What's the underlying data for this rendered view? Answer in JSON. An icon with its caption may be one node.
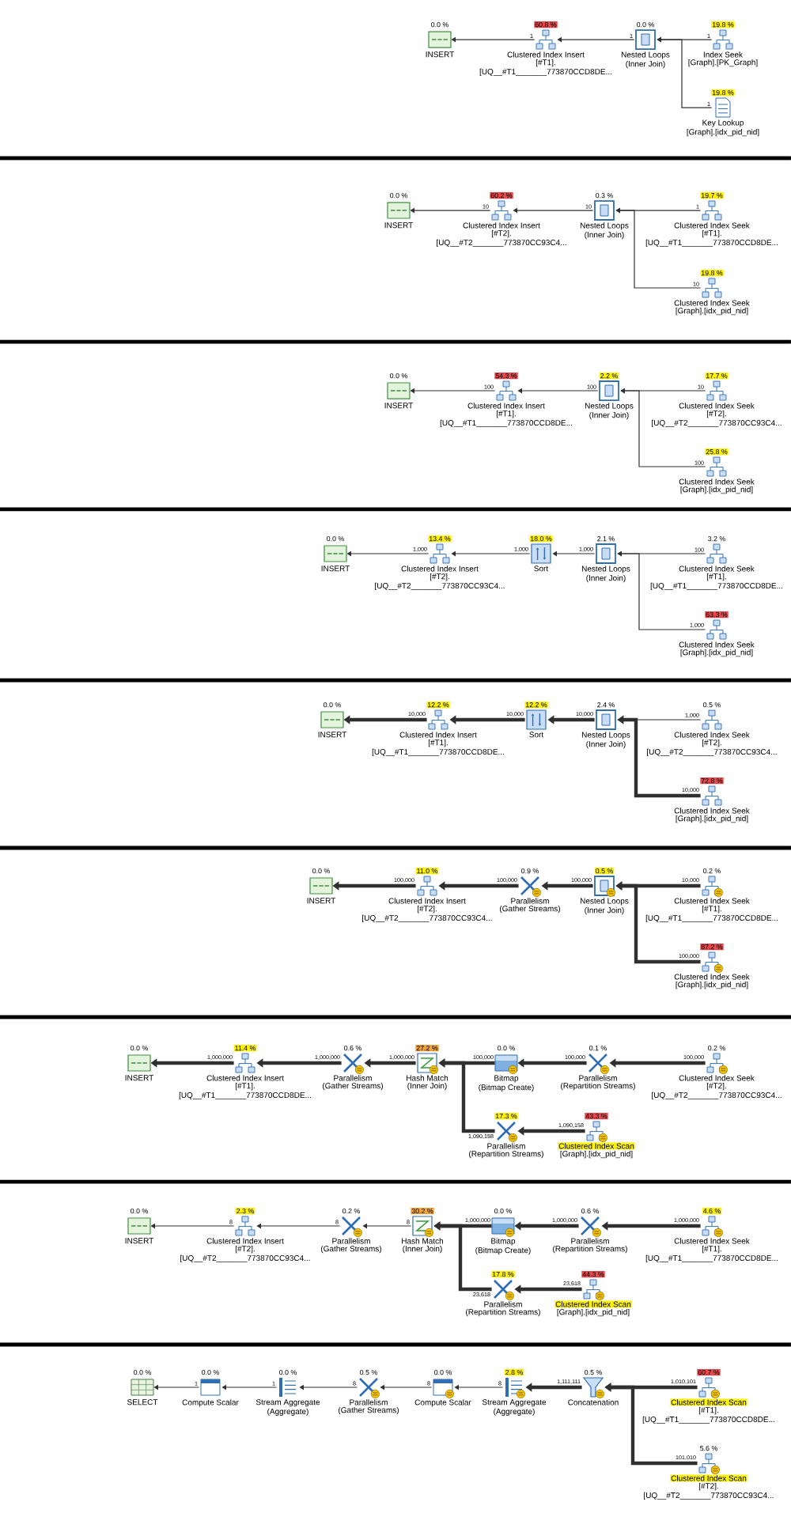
{
  "diagram": {
    "nodes": [
      {
        "text": [
          "INSERT"
        ],
        "beside": [
          "0.0 %"
        ]
      },
      {
        "text": [
          "Clustered Index Insert",
          "[#T1]. [UQ__#T1_______773870CCD8DE..."
        ],
        "beside": [
          "60.8 %"
        ]
      },
      {
        "text": [
          "Nested Loops",
          "(Inner Join)"
        ],
        "beside": [
          "0.0 %"
        ]
      },
      {
        "text": [
          "Index Seek",
          "[Graph].[PK_Graph]"
        ],
        "beside": [
          "19.8 %"
        ]
      },
      {
        "text": [
          "Key Lookup",
          "[Graph].[idx_pid_nid]"
        ],
        "beside": [
          "19.8 %"
        ]
      },
      {
        "text": [
          "INSERT"
        ],
        "beside": [
          "0.0 %"
        ]
      },
      {
        "text": [
          "Clustered Index Insert",
          "[#T2]. [UQ__#T2_______773870CC93C4..."
        ],
        "beside": [
          "60.2 %"
        ]
      },
      {
        "text": [
          "Nested Loops",
          "(Inner Join)"
        ],
        "beside": [
          "0.3 %"
        ]
      },
      {
        "text": [
          "Clustered Index Seek",
          "[#T1]. [UQ__#T1_______773870CCD8DE..."
        ],
        "beside": [
          "19.7 %"
        ]
      },
      {
        "text": [
          "Clustered Index Seek",
          "[Graph].[idx_pid_nid]"
        ],
        "beside": [
          "19.8 %"
        ]
      },
      {
        "text": [
          "INSERT"
        ],
        "beside": [
          "0.0 %"
        ]
      },
      {
        "text": [
          "Clustered Index Insert",
          "[#T1]. [UQ__#T1_______773870CCD8DE..."
        ],
        "beside": [
          "54.3 %"
        ]
      },
      {
        "text": [
          "Nested Loops",
          "(Inner Join)"
        ],
        "beside": [
          "2.2 %"
        ]
      },
      {
        "text": [
          "Clustered Index Seek",
          "[#T2]. [UQ__#T2_______773870CC93C4..."
        ],
        "beside": [
          "17.7 %"
        ]
      },
      {
        "text": [
          "Clustered Index Seek",
          "[Graph].[idx_pid_nid]"
        ],
        "beside": [
          "25.8 %"
        ]
      },
      {
        "text": [
          "INSERT"
        ],
        "beside": [
          "0.0 %"
        ]
      },
      {
        "text": [
          "Clustered Index Insert",
          "[#T2]. [UQ__#T2_______773870CC93C4..."
        ],
        "beside": [
          "13.4 %"
        ]
      },
      {
        "text": [
          "Sort"
        ],
        "beside": [
          "18.0 %"
        ]
      },
      {
        "text": [
          "Nested Loops",
          "(Inner Join)"
        ],
        "beside": [
          "2.1 %"
        ]
      },
      {
        "text": [
          "Clustered Index Seek",
          "[#T1]. [UQ__#T1_______773870CCD8DE..."
        ],
        "beside": [
          "3.2 %"
        ]
      },
      {
        "text": [
          "Clustered Index Seek",
          "[Graph].[idx_pid_nid]"
        ],
        "beside": [
          "63.3 %"
        ]
      },
      {
        "text": [
          "INSERT"
        ],
        "beside": [
          "0.0 %"
        ]
      },
      {
        "text": [
          "Clustered Index Insert",
          "[#T1]. [UQ__#T1_______773870CCD8DE..."
        ],
        "beside": [
          "12.2 %"
        ]
      },
      {
        "text": [
          "Sort"
        ],
        "beside": [
          "12.2 %"
        ]
      },
      {
        "text": [
          "Nested Loops",
          "(Inner Join)"
        ],
        "beside": [
          "2.4 %"
        ]
      },
      {
        "text": [
          "Clustered Index Seek",
          "[#T2]. [UQ__#T2_______773870CC93C4..."
        ],
        "beside": [
          "0.5 %"
        ]
      },
      {
        "text": [
          "Clustered Index Seek",
          "[Graph].[idx_pid_nid]"
        ],
        "beside": [
          "72.8 %"
        ]
      },
      {
        "text": [
          "INSERT"
        ],
        "beside": [
          "0.0 %"
        ]
      },
      {
        "text": [
          "Clustered Index Insert",
          "[#T2]. [UQ__#T2_______773870CC93C4..."
        ],
        "beside": [
          "11.0 %"
        ]
      },
      {
        "text": [
          "Parallelism",
          "(Gather Streams)"
        ],
        "beside": [
          "0.9 %"
        ]
      },
      {
        "text": [
          "Nested Loops",
          "(Inner Join)"
        ],
        "beside": [
          "0.5 %"
        ]
      },
      {
        "text": [
          "Clustered Index Seek",
          "[#T1]. [UQ__#T1_______773870CCD8DE..."
        ],
        "beside": [
          "0.2 %"
        ]
      },
      {
        "text": [
          "Clustered Index Seek",
          "[Graph].[idx_pid_nid]"
        ],
        "beside": [
          "87.2 %"
        ]
      },
      {
        "text": [
          "INSERT"
        ],
        "beside": [
          "0.0 %"
        ]
      },
      {
        "text": [
          "Clustered Index Insert",
          "[#T1]. [UQ__#T1_______773870CCD8DE..."
        ],
        "beside": [
          "11.4 %"
        ]
      },
      {
        "text": [
          "Parallelism",
          "(Gather Streams)"
        ],
        "beside": [
          "0.6 %"
        ]
      },
      {
        "text": [
          "Hash Match",
          "(Inner Join)"
        ],
        "beside": [
          "27.2 %"
        ]
      },
      {
        "text": [
          "Bitmap",
          "(Bitmap Create)"
        ],
        "beside": [
          "0.0 %"
        ]
      },
      {
        "text": [
          "Parallelism",
          "(Repartition Streams)"
        ],
        "beside": [
          "0.1 %"
        ]
      },
      {
        "text": [
          "Clustered Index Seek",
          "[#T2]. [UQ__#T2_______773870CC93C4..."
        ],
        "beside": [
          "0.2 %"
        ]
      },
      {
        "text": [
          "Parallelism",
          "(Repartition Streams)"
        ],
        "beside": [
          "17.3 %"
        ]
      },
      {
        "text": [
          "Clustered Index Scan",
          "[Graph].[idx_pid_nid]"
        ],
        "beside": [
          "43.3 %"
        ]
      },
      {
        "text": [
          "INSERT"
        ],
        "beside": [
          "0.0 %"
        ]
      },
      {
        "text": [
          "Clustered Index Insert",
          "[#T2]. [UQ__#T2_______773870CC93C4..."
        ],
        "beside": [
          "2.3 %"
        ]
      },
      {
        "text": [
          "Parallelism",
          "(Gather Streams)"
        ],
        "beside": [
          "0.2 %"
        ]
      },
      {
        "text": [
          "Hash Match",
          "(Inner Join)"
        ],
        "beside": [
          "30.2 %"
        ]
      },
      {
        "text": [
          "Bitmap",
          "(Bitmap Create)"
        ],
        "beside": [
          "0.0 %"
        ]
      },
      {
        "text": [
          "Parallelism",
          "(Repartition Streams)"
        ],
        "beside": [
          "0.6 %"
        ]
      },
      {
        "text": [
          "Clustered Index Seek",
          "[#T1]. [UQ__#T1_______773870CCD8DE..."
        ],
        "beside": [
          "4.6 %"
        ]
      },
      {
        "text": [
          "Parallelism",
          "(Repartition Streams)"
        ],
        "beside": [
          "17.8 %"
        ]
      },
      {
        "text": [
          "Clustered Index Scan",
          "[Graph].[idx_pid_nid]"
        ],
        "beside": [
          "44.3 %"
        ]
      },
      {
        "text": [
          "SELECT"
        ],
        "beside": [
          "0.0 %"
        ]
      },
      {
        "text": [
          "Compute Scalar"
        ],
        "beside": [
          "0.0 %"
        ]
      },
      {
        "text": [
          "Stream Aggregate",
          "(Aggregate)"
        ],
        "beside": [
          "0.0 %"
        ]
      },
      {
        "text": [
          "Parallelism",
          "(Gather Streams)"
        ],
        "beside": [
          "0.5 %"
        ]
      },
      {
        "text": [
          "Compute Scalar"
        ],
        "beside": [
          "0.0 %"
        ]
      },
      {
        "text": [
          "Stream Aggregate",
          "(Aggregate)"
        ],
        "beside": [
          "2.8 %"
        ]
      },
      {
        "text": [
          "Concatenation"
        ],
        "beside": [
          "0.5 %"
        ]
      },
      {
        "text": [
          "Clustered Index Scan",
          "[#T1]. [UQ__#T1_______773870CCD8DE..."
        ],
        "beside": [
          "60.7 %"
        ]
      },
      {
        "text": [
          "Clustered Index Scan",
          "[#T2]. [UQ__#T2_______773870CC93C4..."
        ],
        "beside": [
          "5.6 %"
        ]
      }
    ],
    "edges": [
      {
        "from": 1,
        "to": 0,
        "arrow": "to",
        "label": "1"
      },
      {
        "from": 2,
        "to": 1,
        "arrow": "to",
        "label": "1"
      },
      {
        "from": 3,
        "to": 2,
        "arrow": "to",
        "label": "1"
      },
      {
        "from": 4,
        "to": 2,
        "arrow": "to",
        "label": "1"
      },
      {
        "from": 6,
        "to": 5,
        "arrow": "to",
        "label": "10"
      },
      {
        "from": 7,
        "to": 6,
        "arrow": "to",
        "label": "10"
      },
      {
        "from": 8,
        "to": 7,
        "arrow": "to",
        "label": "1"
      },
      {
        "from": 9,
        "to": 7,
        "arrow": "to",
        "label": "10"
      },
      {
        "from": 11,
        "to": 10,
        "arrow": "to",
        "label": "100"
      },
      {
        "from": 12,
        "to": 11,
        "arrow": "to",
        "label": "100"
      },
      {
        "from": 13,
        "to": 12,
        "arrow": "to",
        "label": "10"
      },
      {
        "from": 14,
        "to": 12,
        "arrow": "to",
        "label": "100"
      },
      {
        "from": 16,
        "to": 15,
        "arrow": "to",
        "label": "1,000"
      },
      {
        "from": 17,
        "to": 16,
        "arrow": "to",
        "label": "1,000"
      },
      {
        "from": 18,
        "to": 17,
        "arrow": "to",
        "label": "1,000"
      },
      {
        "from": 19,
        "to": 18,
        "arrow": "to",
        "label": "100"
      },
      {
        "from": 20,
        "to": 18,
        "arrow": "to",
        "label": "1,000"
      },
      {
        "from": 22,
        "to": 21,
        "arrow": "to",
        "label": "10,000",
        "style": "thick"
      },
      {
        "from": 23,
        "to": 22,
        "arrow": "to",
        "label": "10,000",
        "style": "thick"
      },
      {
        "from": 24,
        "to": 23,
        "arrow": "to",
        "label": "10,000",
        "style": "thick"
      },
      {
        "from": 25,
        "to": 24,
        "arrow": "to",
        "label": "1,000"
      },
      {
        "from": 26,
        "to": 24,
        "arrow": "to",
        "label": "10,000",
        "style": "thick"
      },
      {
        "from": 28,
        "to": 27,
        "arrow": "to",
        "label": "100,000",
        "style": "thick"
      },
      {
        "from": 29,
        "to": 28,
        "arrow": "to",
        "label": "100,000",
        "style": "thick"
      },
      {
        "from": 30,
        "to": 29,
        "arrow": "to",
        "label": "100,000",
        "style": "thick"
      },
      {
        "from": 31,
        "to": 30,
        "arrow": "to",
        "label": "10,000",
        "style": "thick"
      },
      {
        "from": 32,
        "to": 30,
        "arrow": "to",
        "label": "100,000",
        "style": "thick"
      },
      {
        "from": 34,
        "to": 33,
        "arrow": "to",
        "label": "1,000,000",
        "style": "thick"
      },
      {
        "from": 35,
        "to": 34,
        "arrow": "to",
        "label": "1,000,000",
        "style": "thick"
      },
      {
        "from": 36,
        "to": 35,
        "arrow": "to",
        "label": "1,000,000",
        "style": "thick"
      },
      {
        "from": 37,
        "to": 36,
        "arrow": "to",
        "label": "100,000",
        "style": "thick"
      },
      {
        "from": 38,
        "to": 37,
        "arrow": "to",
        "label": "100,000",
        "style": "thick"
      },
      {
        "from": 39,
        "to": 38,
        "arrow": "to",
        "label": "100,000",
        "style": "thick"
      },
      {
        "from": 40,
        "to": 36,
        "arrow": "to",
        "label": "1,090,158",
        "style": "thick"
      },
      {
        "from": 41,
        "to": 40,
        "arrow": "to",
        "label": "1,090,158",
        "style": "thick"
      },
      {
        "from": 43,
        "to": 42,
        "arrow": "to",
        "label": "8"
      },
      {
        "from": 44,
        "to": 43,
        "arrow": "to",
        "label": "8"
      },
      {
        "from": 45,
        "to": 44,
        "arrow": "to",
        "label": "8"
      },
      {
        "from": 46,
        "to": 45,
        "arrow": "to",
        "label": "1,000,000",
        "style": "thick"
      },
      {
        "from": 47,
        "to": 46,
        "arrow": "to",
        "label": "1,000,000",
        "style": "thick"
      },
      {
        "from": 48,
        "to": 47,
        "arrow": "to",
        "label": "1,000,000",
        "style": "thick"
      },
      {
        "from": 49,
        "to": 45,
        "arrow": "to",
        "label": "23,618",
        "style": "thick"
      },
      {
        "from": 50,
        "to": 49,
        "arrow": "to",
        "label": "23,618",
        "style": "thick"
      },
      {
        "from": 52,
        "to": 51,
        "arrow": "to",
        "label": "1"
      },
      {
        "from": 53,
        "to": 52,
        "arrow": "to",
        "label": "1"
      },
      {
        "from": 54,
        "to": 53,
        "arrow": "to",
        "label": "8"
      },
      {
        "from": 55,
        "to": 54,
        "arrow": "to",
        "label": "8"
      },
      {
        "from": 56,
        "to": 55,
        "arrow": "to",
        "label": "8"
      },
      {
        "from": 57,
        "to": 56,
        "arrow": "to",
        "label": "1,111,111",
        "style": "thick"
      },
      {
        "from": 58,
        "to": 57,
        "arrow": "to",
        "label": "1,010,101",
        "style": "thick"
      },
      {
        "from": 59,
        "to": 57,
        "arrow": "to",
        "label": "101,010",
        "style": "thick"
      }
    ]
  }
}
